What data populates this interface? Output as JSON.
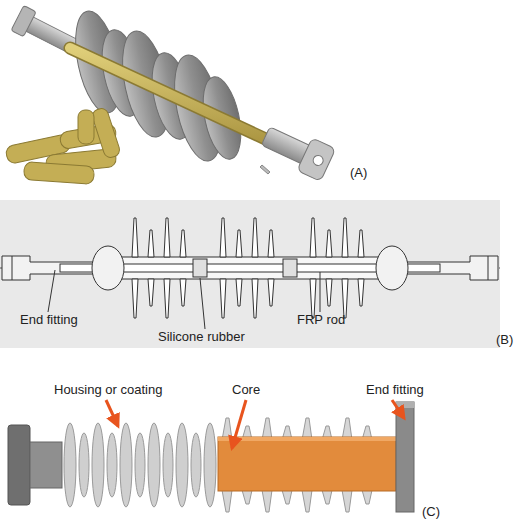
{
  "diagram": {
    "labels": [
      "(A)",
      "End fitting",
      "Silicone rubber",
      "FRP rod",
      "(B)",
      "Housing or coating",
      "Core",
      "End fitting",
      "(C)"
    ]
  }
}
